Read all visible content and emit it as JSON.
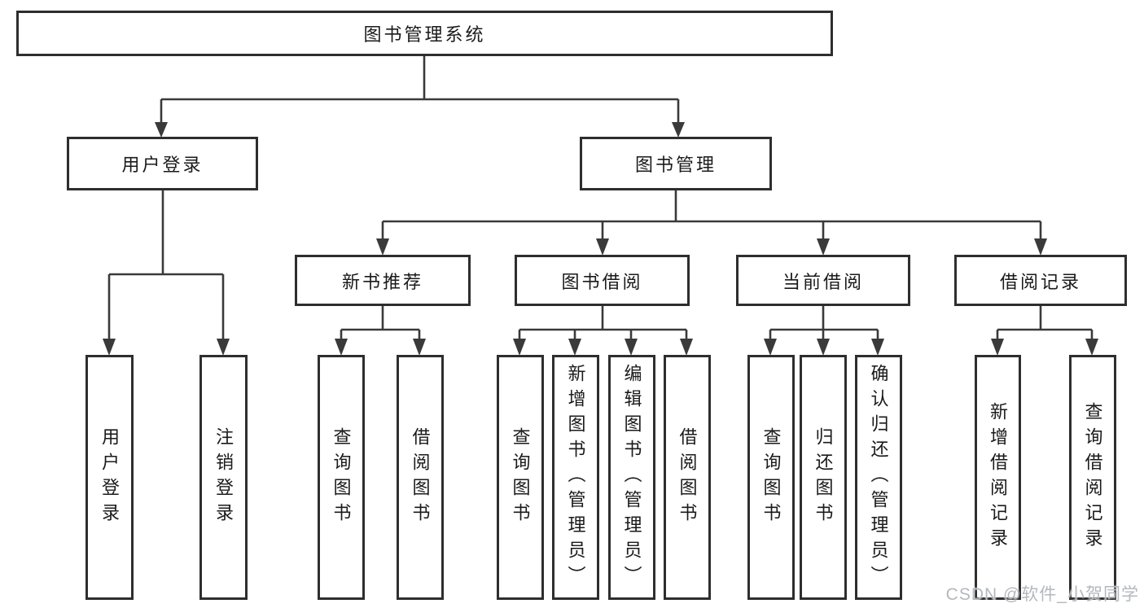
{
  "diagram": {
    "title": "图书管理系统",
    "type": "hierarchy-tree",
    "colors": {
      "line": "#3a3a3a",
      "box_border": "#2e2e2e",
      "box_fill": "#ffffff",
      "text": "#1a1a1a",
      "watermark": "#b4b8bd"
    }
  },
  "nodes": {
    "root": "图书管理系统",
    "user_login": "用户登录",
    "book_management": "图书管理",
    "new_book_recommend": "新书推荐",
    "book_borrow": "图书借阅",
    "current_borrow": "当前借阅",
    "borrow_records": "借阅记录",
    "ul_user_login": "用户登录",
    "ul_logout": "注销登录",
    "nb_query_book": "查询图书",
    "nb_borrow_book": "借阅图书",
    "bb_query_book": "查询图书",
    "bb_add_book": "新增图书（管理员）",
    "bb_edit_book": "编辑图书（管理员）",
    "bb_borrow_book": "借阅图书",
    "cb_query_book": "查询图书",
    "cb_return_book": "归还图书",
    "cb_confirm_return": "确认归还（管理员）",
    "br_add_record": "新增借阅记录",
    "br_query_record": "查询借阅记录"
  },
  "watermark": "CSDN @软件_小贺同学",
  "tree": {
    "root": "图书管理系统",
    "children": [
      {
        "label": "用户登录",
        "children": [
          "用户登录",
          "注销登录"
        ]
      },
      {
        "label": "图书管理",
        "children": [
          {
            "label": "新书推荐",
            "children": [
              "查询图书",
              "借阅图书"
            ]
          },
          {
            "label": "图书借阅",
            "children": [
              "查询图书",
              "新增图书（管理员）",
              "编辑图书（管理员）",
              "借阅图书"
            ]
          },
          {
            "label": "当前借阅",
            "children": [
              "查询图书",
              "归还图书",
              "确认归还（管理员）"
            ]
          },
          {
            "label": "借阅记录",
            "children": [
              "新增借阅记录",
              "查询借阅记录"
            ]
          }
        ]
      }
    ]
  }
}
